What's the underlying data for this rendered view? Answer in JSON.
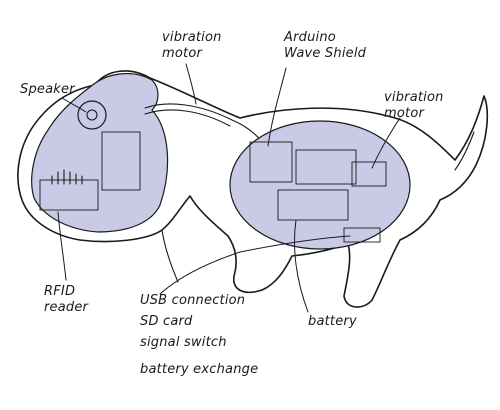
{
  "colors": {
    "ink": "#1a1a1a",
    "component_fill": "#c9cbe6",
    "background": "#ffffff"
  },
  "labels": {
    "speaker": "Speaker",
    "vibration_motor_top_line1": "vibration",
    "vibration_motor_top_line2": "motor",
    "arduino_line1": "Arduino",
    "arduino_line2": "Wave Shield",
    "vibration_motor_right_line1": "vibration",
    "vibration_motor_right_line2": "motor",
    "rfid_line1": "RFID",
    "rfid_line2": "reader",
    "usb_line1": "USB connection",
    "usb_line2": "SD card",
    "usb_line3": "signal switch",
    "usb_line4": "battery exchange",
    "battery": "battery"
  }
}
